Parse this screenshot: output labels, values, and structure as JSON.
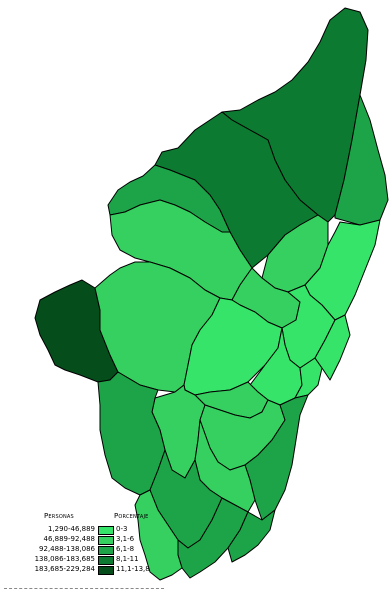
{
  "colors": {
    "class_1": "#36e46a",
    "class_2": "#35d060",
    "class_3": "#1ea448",
    "class_4": "#0c7a30",
    "class_5": "#064d1c",
    "stroke": "#000000"
  },
  "legend": {
    "persons_header": "Personas",
    "percent_header": "Porcentaje",
    "rows": [
      {
        "range": "1,290-46,889",
        "percent": "0-3",
        "color": "#36e46a"
      },
      {
        "range": "46,889-92,488",
        "percent": "3,1-6",
        "color": "#35d060"
      },
      {
        "range": "92,488-138,086",
        "percent": "6,1-8",
        "color": "#1ea448"
      },
      {
        "range": "138,086-183,685",
        "percent": "8,1-11",
        "color": "#0c7a30"
      },
      {
        "range": "183,685-229,284",
        "percent": "11,1-13,8",
        "color": "#064d1c"
      }
    ]
  },
  "regions": [
    {
      "name": "far-north-east",
      "class": 4
    },
    {
      "name": "north-east-strip",
      "class": 3
    },
    {
      "name": "north-central",
      "class": 4
    },
    {
      "name": "north-west-upper",
      "class": 3
    },
    {
      "name": "north-west-mid",
      "class": 2
    },
    {
      "name": "central-north",
      "class": 2
    },
    {
      "name": "west-peninsula",
      "class": 2
    },
    {
      "name": "west-dark",
      "class": 5
    },
    {
      "name": "central-west",
      "class": 2
    },
    {
      "name": "central-a",
      "class": 1
    },
    {
      "name": "central-b",
      "class": 1
    },
    {
      "name": "central-c",
      "class": 1
    },
    {
      "name": "east-middle-a",
      "class": 1
    },
    {
      "name": "east-middle-b",
      "class": 1
    },
    {
      "name": "east-small",
      "class": 1
    },
    {
      "name": "center-south-a",
      "class": 2
    },
    {
      "name": "center-south-b",
      "class": 2
    },
    {
      "name": "center-south-c",
      "class": 2
    },
    {
      "name": "south-west-a",
      "class": 3
    },
    {
      "name": "south-west-b",
      "class": 3
    },
    {
      "name": "south-central",
      "class": 2
    },
    {
      "name": "south-east",
      "class": 3
    },
    {
      "name": "south-lower-a",
      "class": 3
    },
    {
      "name": "south-lower-b",
      "class": 2
    },
    {
      "name": "south-tip",
      "class": 3
    }
  ]
}
